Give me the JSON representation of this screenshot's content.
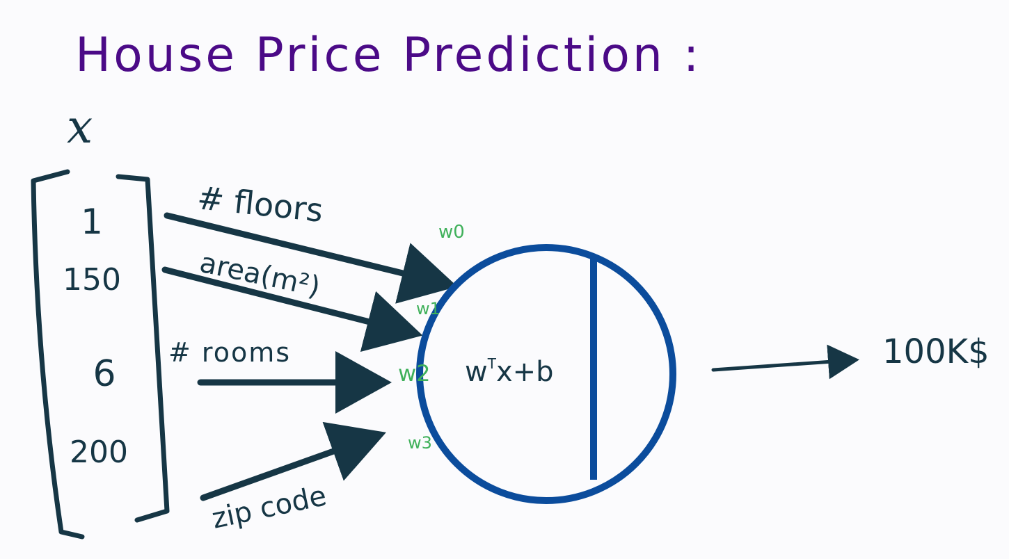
{
  "title": "House Price Prediction :",
  "vector_label": "x",
  "inputs": [
    {
      "value": "1",
      "feature": "# floors",
      "weight": "w0"
    },
    {
      "value": "150",
      "feature": "area(m²)",
      "weight": "w1"
    },
    {
      "value": "6",
      "feature": "# rooms",
      "weight": "w2"
    },
    {
      "value": "200",
      "feature": "zip code",
      "weight": "w3"
    }
  ],
  "neuron": {
    "formula_prefix": "w",
    "formula_sup": "T",
    "formula_suffix": "x+b"
  },
  "output": "100K$",
  "colors": {
    "title": "#4b0a87",
    "ink": "#163645",
    "neuron": "#0b4c9c",
    "weights": "#3fb05a",
    "background": "#fbfbfd"
  }
}
